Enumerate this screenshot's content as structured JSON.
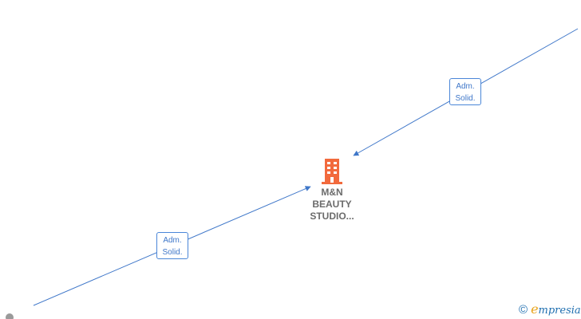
{
  "company": {
    "name_lines": [
      "M&N",
      "BEAUTY",
      "STUDIO..."
    ],
    "icon": "building-icon",
    "icon_color": "#f26a3d"
  },
  "edges": [
    {
      "role_lines": [
        "Adm.",
        "Solid."
      ]
    },
    {
      "role_lines": [
        "Adm.",
        "Solid."
      ]
    }
  ],
  "colors": {
    "edge": "#3f77c9",
    "label_text": "#3f77c9"
  },
  "watermark": {
    "copyright": "©",
    "brand_first": "e",
    "brand_rest": "mpresia",
    "brand_color": "#1f6fb0",
    "accent": "#e8a31a"
  }
}
